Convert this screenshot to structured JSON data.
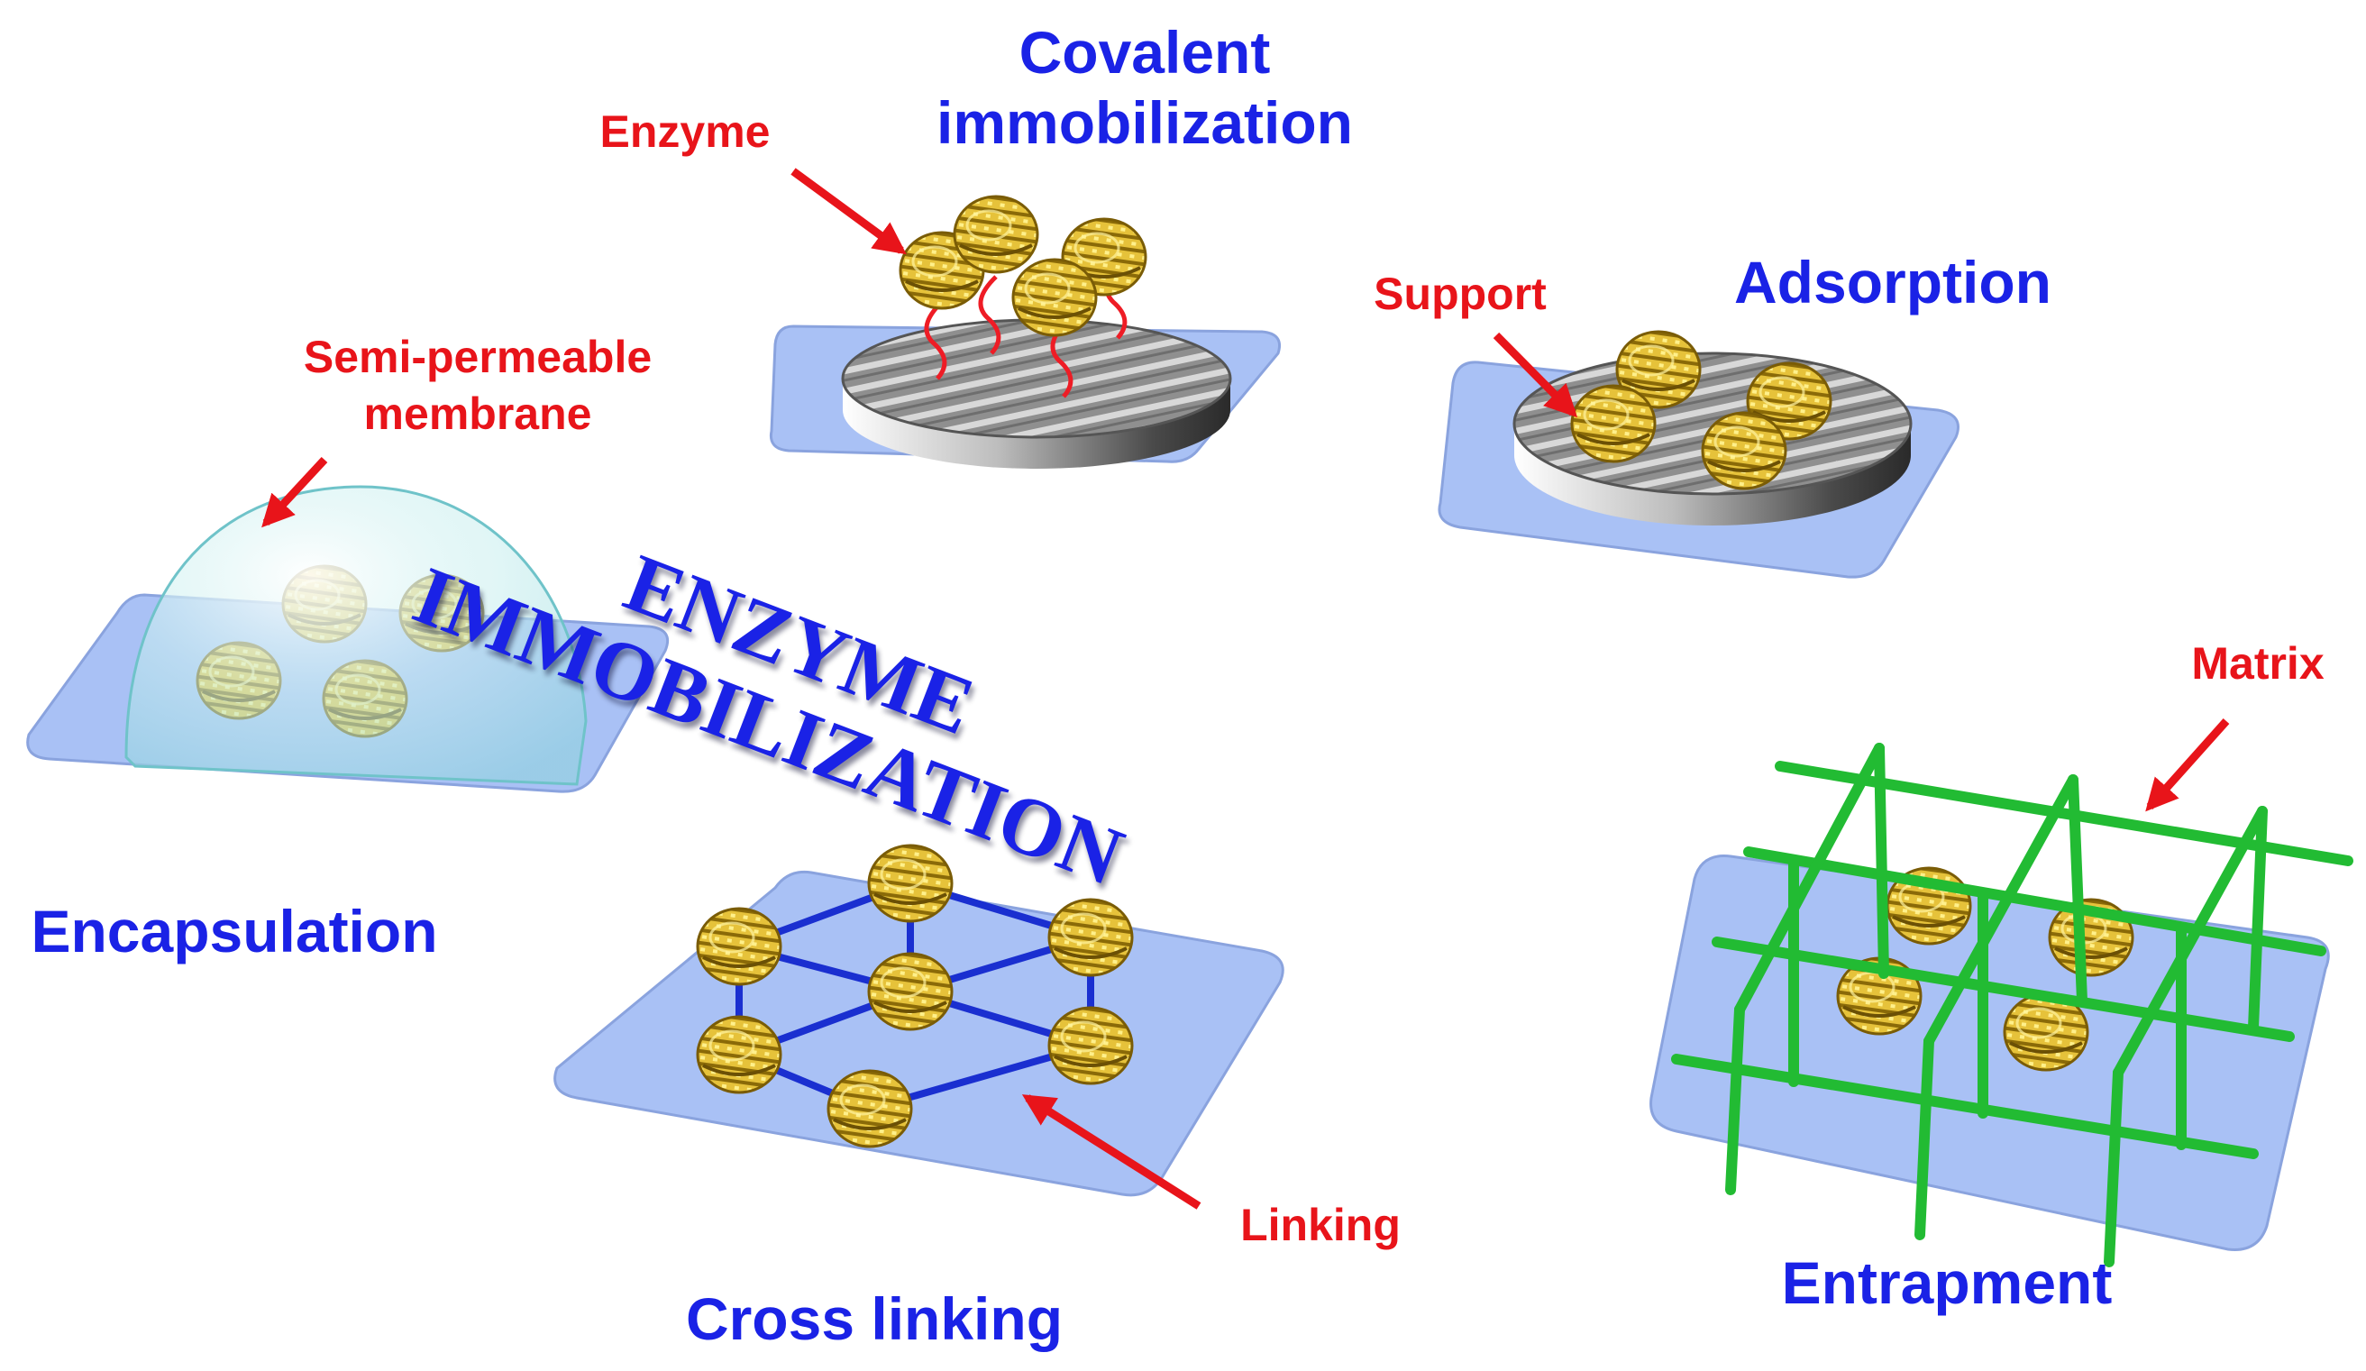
{
  "center": {
    "line1": "ENZYME",
    "line2": "IMMOBILIZATION"
  },
  "methods": {
    "covalent": {
      "line1": "Covalent",
      "line2": "immobilization"
    },
    "adsorption": "Adsorption",
    "encapsulation": "Encapsulation",
    "cross_linking": "Cross linking",
    "entrapment": "Entrapment"
  },
  "callouts": {
    "enzyme": "Enzyme",
    "support": "Support",
    "membrane_line1": "Semi-permeable",
    "membrane_line2": "membrane",
    "linking": "Linking",
    "matrix": "Matrix"
  },
  "colors": {
    "method_label": "#1a22e6",
    "callout_label": "#e8141a",
    "base_plate": "#a9c1f5",
    "enzyme": "#d4aa22",
    "matrix": "#22bb33",
    "link": "#1a2fd0"
  }
}
